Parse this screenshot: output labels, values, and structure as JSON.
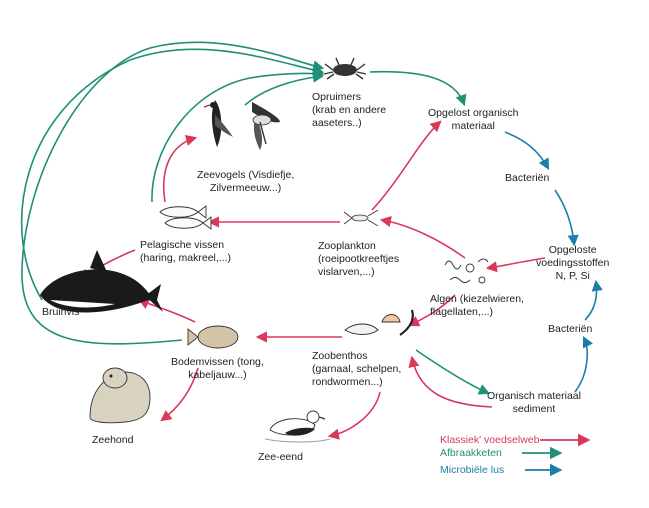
{
  "nodes": {
    "opruimers": [
      "Opruimers",
      "(krab en andere",
      "aaseters..)"
    ],
    "opgelost_org": [
      "Opgelost organisch",
      "materiaal"
    ],
    "bacterien_top": [
      "Bacteriën"
    ],
    "zeevogels": [
      "Zeevogels (Visdiefje,",
      "Zilvermeeuw...)"
    ],
    "pelagische": [
      "Pelagische vissen",
      "(haring, makreel,...)"
    ],
    "zooplankton": [
      "Zooplankton",
      "(roeipootkreeftjes",
      "vislarven,...)"
    ],
    "opgeloste_voed": [
      "Opgeloste",
      "voedingsstoffen",
      "N, P, Si"
    ],
    "algen": [
      "Algen (kiezelwieren,",
      "flagellaten,...)"
    ],
    "bruinvis": [
      "Bruinvis"
    ],
    "bacterien_bottom": [
      "Bacteriën"
    ],
    "zoobenthos": [
      "Zoobenthos",
      "(garnaal, schelpen,",
      "rondwormen...)"
    ],
    "bodemvissen": [
      "Bodemvissen (tong,",
      "kabeljauw...)"
    ],
    "org_sediment": [
      "Organisch materiaal",
      "sediment"
    ],
    "zeehond": [
      "Zeehond"
    ],
    "zee_eend": [
      "Zee-eend"
    ]
  },
  "legend": {
    "klassiek": "Klassiek' voedselweb",
    "afbraak": "Afbraakketen",
    "microbiele": "Microbiële lus"
  },
  "colors": {
    "klassiek": "#d9385a",
    "afbraak": "#1f8f76",
    "microbiele": "#1d7fa8"
  }
}
